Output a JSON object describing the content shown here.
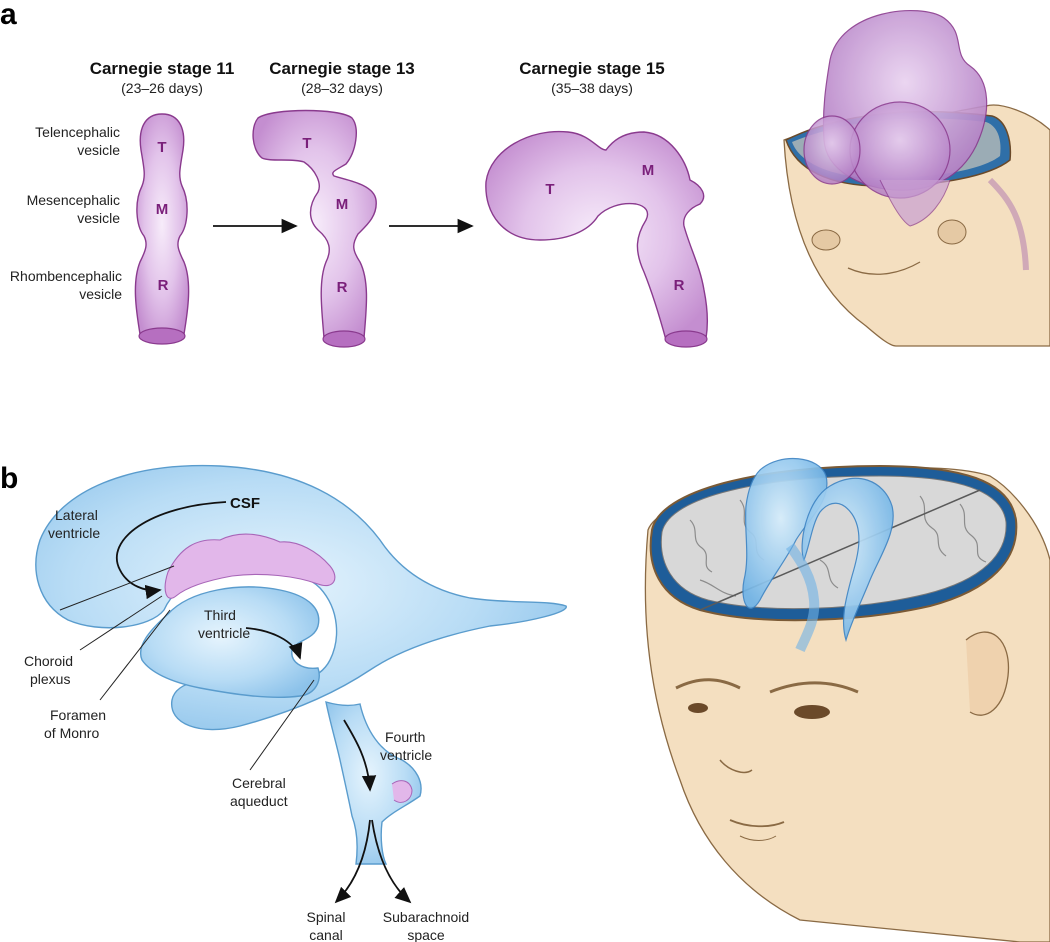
{
  "panel_a": {
    "label": "a",
    "stages": [
      {
        "title": "Carnegie stage 11",
        "days": "(23–26 days)"
      },
      {
        "title": "Carnegie stage 13",
        "days": "(28–32 days)"
      },
      {
        "title": "Carnegie stage 15",
        "days": "(35–38 days)"
      }
    ],
    "vesicle_labels": {
      "telencephalic": [
        "Telencephalic",
        "vesicle"
      ],
      "mesencephalic": [
        "Mesencephalic",
        "vesicle"
      ],
      "rhombencephalic": [
        "Rhombencephalic",
        "vesicle"
      ]
    },
    "letters": {
      "t": "T",
      "m": "M",
      "r": "R"
    }
  },
  "panel_b": {
    "label": "b",
    "csf": "CSF",
    "lateral_ventricle": [
      "Lateral",
      "ventricle"
    ],
    "choroid_plexus": [
      "Choroid",
      "plexus"
    ],
    "foramen_of_monro": [
      "Foramen",
      "of Monro"
    ],
    "third_ventricle": [
      "Third",
      "ventricle"
    ],
    "cerebral_aqueduct": [
      "Cerebral",
      "aqueduct"
    ],
    "fourth_ventricle": [
      "Fourth",
      "ventricle"
    ],
    "spinal_canal": [
      "Spinal",
      "canal"
    ],
    "subarachnoid_space": [
      "Subarachnoid",
      "space"
    ]
  },
  "colors": {
    "vesicle_purple": "#d9b0e0",
    "vesicle_outline": "#8a3a8e",
    "ventricle_blue": "#a9d3f2",
    "skin": "#f4dfc0",
    "letters": "#7a1f7a"
  }
}
